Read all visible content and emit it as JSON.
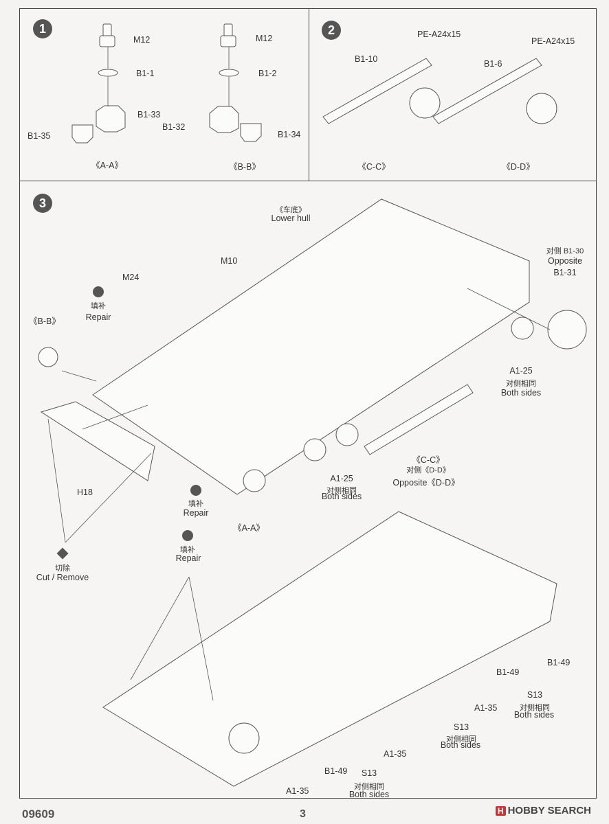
{
  "steps": [
    "1",
    "2",
    "3"
  ],
  "step1": {
    "m12_a": "M12",
    "b1_1": "B1-1",
    "b1_33": "B1-33",
    "b1_35": "B1-35",
    "section_a": "《A-A》",
    "m12_b": "M12",
    "b1_2": "B1-2",
    "b1_32": "B1-32",
    "b1_34": "B1-34",
    "section_b": "《B-B》"
  },
  "step2": {
    "pe_a": "PE-A24x15",
    "b1_10": "B1-10",
    "section_c": "《C-C》",
    "pe_b": "PE-A24x15",
    "b1_6": "B1-6",
    "section_d": "《D-D》"
  },
  "step3": {
    "lower_hull_cn": "《车底》",
    "lower_hull": "Lower hull",
    "m10": "M10",
    "m24": "M24",
    "repair_cn_1": "填补",
    "repair_1": "Repair",
    "bb": "《B-B》",
    "opposite_cn": "对侧 B1-30",
    "opposite": "Opposite",
    "b1_31": "B1-31",
    "a1_25_r": "A1-25",
    "both_cn_r": "对侧相同",
    "both_r": "Both sides",
    "cc": "《C-C》",
    "dd_cn": "对侧《D-D》",
    "dd": "Opposite《D-D》",
    "a1_25_c": "A1-25",
    "both_cn_c": "对侧相同",
    "both_c": "Both sides",
    "h18": "H18",
    "repair_cn_2": "填补",
    "repair_2": "Repair",
    "aa": "《A-A》",
    "cut_cn": "切除",
    "cut": "Cut / Remove",
    "repair_cn_3": "填补",
    "repair_3": "Repair",
    "b1_49_a": "B1-49",
    "b1_49_b": "B1-49",
    "s13_a": "S13",
    "both_cn_a": "对侧相同",
    "both_a": "Both sides",
    "a1_35_a": "A1-35",
    "s13_b": "S13",
    "both_cn_b": "对侧相同",
    "both_b": "Both sides",
    "a1_35_b": "A1-35",
    "b1_49_c": "B1-49",
    "s13_c": "S13",
    "both_cn_c2": "对侧相同",
    "both_c2": "Both sides",
    "a1_35_c": "A1-35"
  },
  "footer": {
    "code": "09609",
    "page": "3",
    "brand_prefix": "H",
    "brand": "HOBBY SEARCH"
  }
}
